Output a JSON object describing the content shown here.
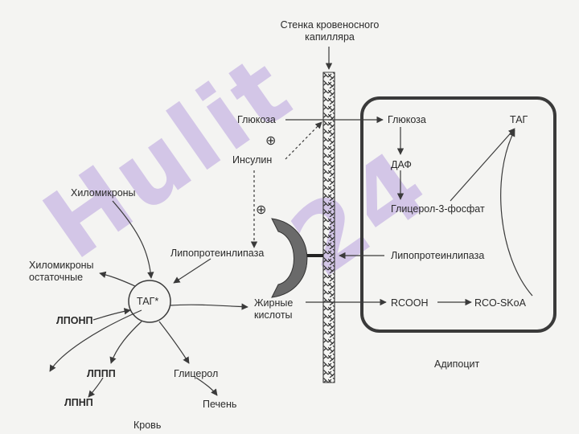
{
  "watermark": {
    "text_a": "Hulit",
    "text_b": "24"
  },
  "capillary": {
    "line1": "Стенка кровеносного",
    "line2": "капилляра"
  },
  "labels": {
    "glucose_blood": "Глюкоза",
    "insulin": "Инсулин",
    "chylomicrons": "Хиломикроны",
    "chylo_remnant_1": "Хиломикроны",
    "chylo_remnant_2": "остаточные",
    "lpl_blood": "Липопротеинлипаза",
    "tag_star": "ТАГ*",
    "fatty_acids_1": "Жирные",
    "fatty_acids_2": "кислоты",
    "vldl": "ЛПОНП",
    "idl": "ЛППП",
    "ldl": "ЛПНП",
    "glycerol": "Глицерол",
    "liver": "Печень",
    "blood": "Кровь",
    "glucose_cell": "Глюкоза",
    "tag_cell": "ТАГ",
    "dap": "ДАФ",
    "g3p": "Глицерол-3-фосфат",
    "lpl_cell": "Липопротеинлипаза",
    "rcooh": "RCOOH",
    "rcoskoa": "RCO-SKoA",
    "adipocyte": "Адипоцит",
    "plus1": "⊕",
    "plus2": "⊕"
  },
  "colors": {
    "line": "#3a3a3a",
    "enzyme": "#6a6a6a",
    "watermark": "#d0c2e6"
  }
}
